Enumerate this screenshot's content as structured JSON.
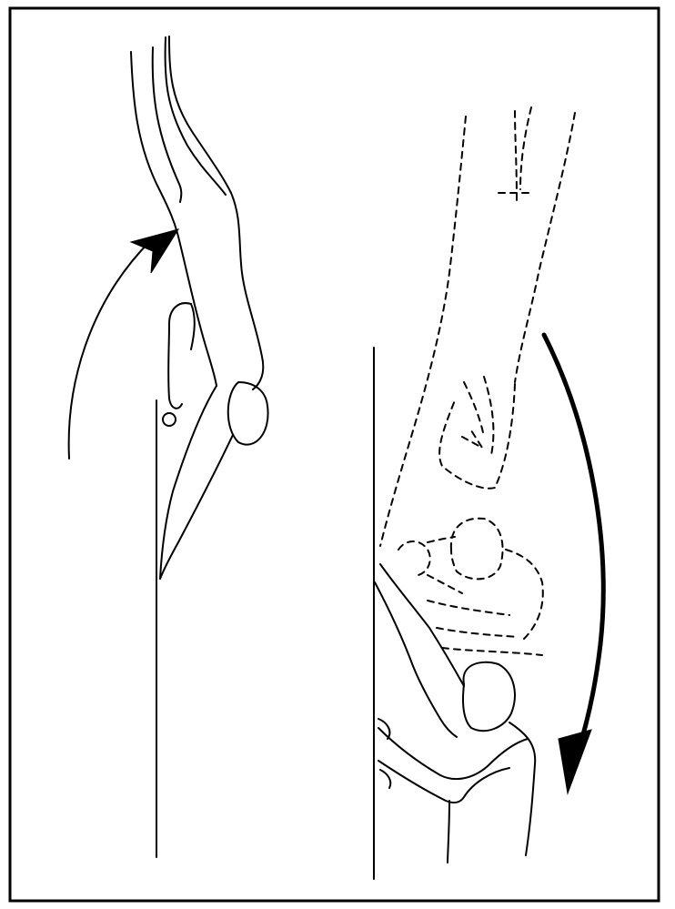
{
  "figure": {
    "ink_color": "#000000",
    "background_color": "#ffffff",
    "panels": [
      {
        "name": "left-panel",
        "description_icon": "body-raise-icon",
        "arrow_direction": "up"
      },
      {
        "name": "right-panel",
        "description_icon": "body-lower-icon",
        "arrow_direction": "down"
      }
    ]
  }
}
